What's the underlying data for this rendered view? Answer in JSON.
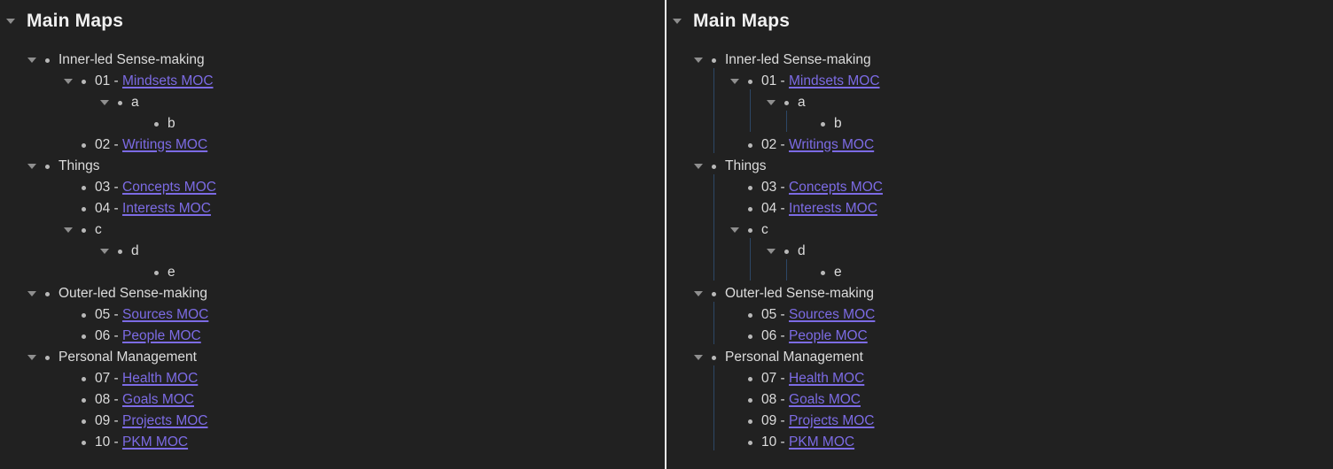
{
  "document": {
    "heading": "Main Maps",
    "rows": [
      {
        "level": 0,
        "collapsible": true,
        "text": "Inner-led Sense-making"
      },
      {
        "level": 1,
        "collapsible": true,
        "prefix": "01 - ",
        "link": "Mindsets MOC"
      },
      {
        "level": 2,
        "collapsible": true,
        "text": "a"
      },
      {
        "level": 3,
        "collapsible": false,
        "text": "b"
      },
      {
        "level": 1,
        "collapsible": false,
        "prefix": "02 - ",
        "link": "Writings MOC"
      },
      {
        "level": 0,
        "collapsible": true,
        "text": "Things"
      },
      {
        "level": 1,
        "collapsible": false,
        "prefix": "03 - ",
        "link": "Concepts MOC"
      },
      {
        "level": 1,
        "collapsible": false,
        "prefix": "04 - ",
        "link": "Interests MOC"
      },
      {
        "level": 1,
        "collapsible": true,
        "text": "c"
      },
      {
        "level": 2,
        "collapsible": true,
        "text": "d"
      },
      {
        "level": 3,
        "collapsible": false,
        "text": "e"
      },
      {
        "level": 0,
        "collapsible": true,
        "text": "Outer-led Sense-making"
      },
      {
        "level": 1,
        "collapsible": false,
        "prefix": "05 - ",
        "link": "Sources MOC"
      },
      {
        "level": 1,
        "collapsible": false,
        "prefix": "06 - ",
        "link": "People MOC"
      },
      {
        "level": 0,
        "collapsible": true,
        "text": "Personal Management"
      },
      {
        "level": 1,
        "collapsible": false,
        "prefix": "07 - ",
        "link": "Health MOC"
      },
      {
        "level": 1,
        "collapsible": false,
        "prefix": "08 - ",
        "link": "Goals MOC"
      },
      {
        "level": 1,
        "collapsible": false,
        "prefix": "09 - ",
        "link": "Projects MOC"
      },
      {
        "level": 1,
        "collapsible": false,
        "prefix": "10 - ",
        "link": "PKM MOC"
      }
    ]
  },
  "panes": [
    {
      "name": "left-pane",
      "indent_guides": false
    },
    {
      "name": "right-pane",
      "indent_guides": true
    }
  ],
  "colors": {
    "background": "#212121",
    "body_text": "#dcdcdc",
    "heading_text": "#f0f0f0",
    "link": "#7c6be4",
    "bullet": "#b9b9b9",
    "collapse_arrow": "#8f8f8f",
    "indent_guide": "#2d4766",
    "pane_divider": "#ededed"
  }
}
